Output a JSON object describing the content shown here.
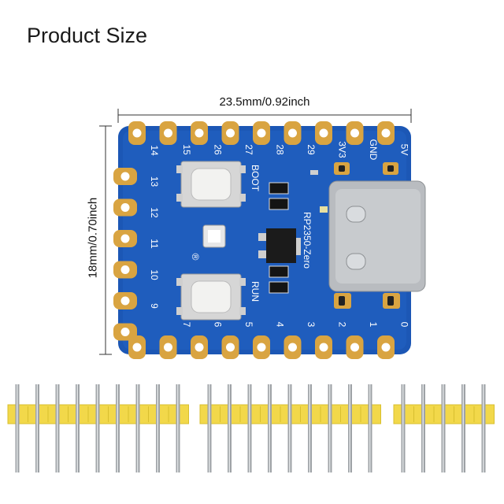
{
  "title": "Product Size",
  "dimensions": {
    "width_label": "23.5mm/0.92inch",
    "height_label": "18mm/0.70inch"
  },
  "board": {
    "name": "RP2350-Zero",
    "top_pins": [
      "15",
      "26",
      "27",
      "28",
      "29",
      "3V3",
      "GND",
      "5V"
    ],
    "left_pins": [
      "14",
      "13",
      "12",
      "11",
      "10",
      "9"
    ],
    "bottom_pins": [
      "7",
      "6",
      "5",
      "4",
      "3",
      "2",
      "1",
      "0"
    ],
    "boot_label": "BOOT",
    "run_label": "RUN",
    "registered_mark": "®",
    "colors": {
      "pcb": "#1c57b5",
      "pad_gold": "#d9a441",
      "usb_metal": "#b9bcc0",
      "header_yellow": "#f2d84a"
    }
  },
  "headers": [
    {
      "pin_count": 9
    },
    {
      "pin_count": 9
    },
    {
      "pin_count": 5
    }
  ]
}
